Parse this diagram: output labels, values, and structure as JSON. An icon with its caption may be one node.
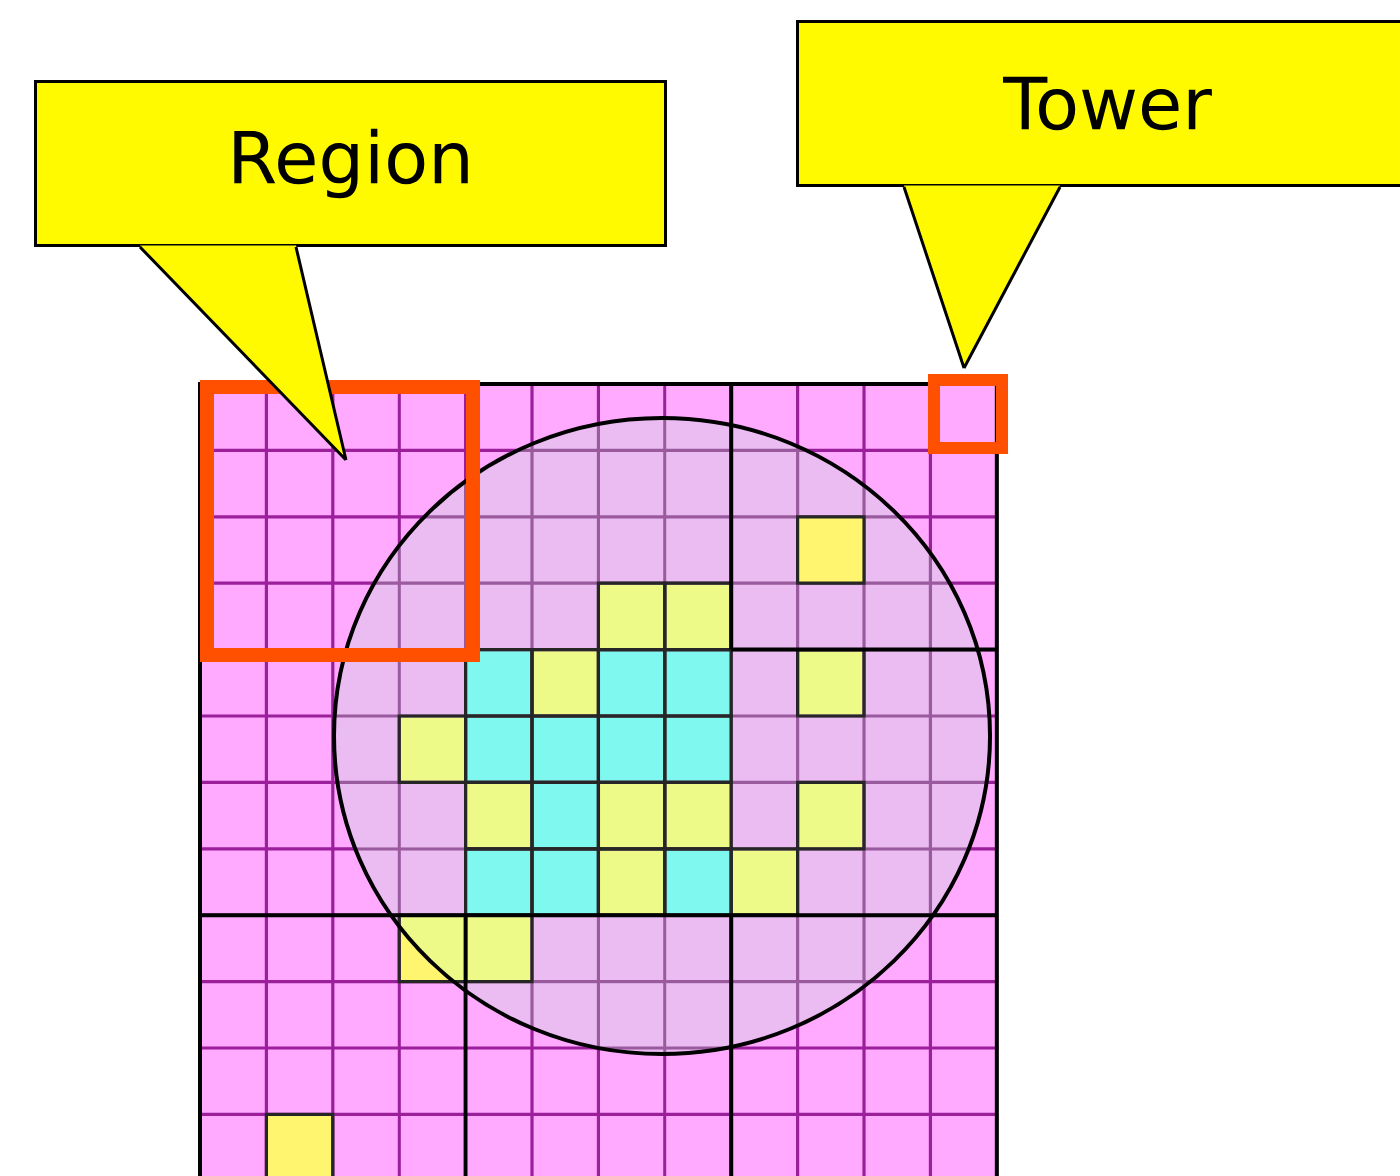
{
  "diagram": {
    "nodes": [
      {
        "text": [
          "Region"
        ]
      },
      {
        "text": [
          "Tower"
        ]
      },
      {
        "text": [],
        "shape": "box"
      },
      {
        "text": [],
        "shape": "box"
      }
    ],
    "edges": [
      {
        "from": 0,
        "to": 2,
        "arrow": "none"
      },
      {
        "from": 1,
        "to": 3,
        "arrow": "none"
      }
    ]
  }
}
